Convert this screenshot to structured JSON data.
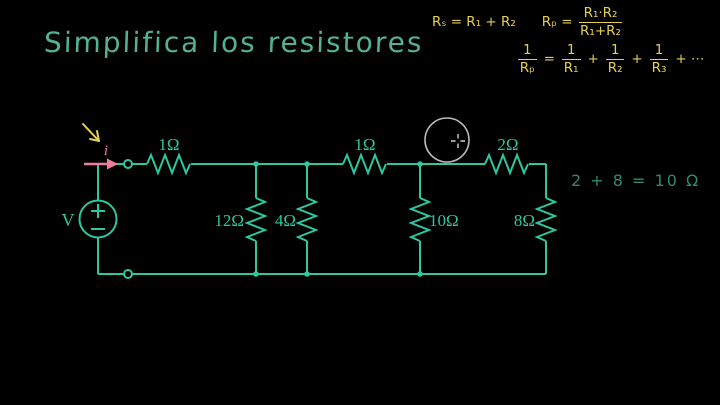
{
  "title": "Simplifica los resistores",
  "formulas": {
    "series": "Rₛ = R₁ + R₂",
    "parallel_lhs": "Rₚ =",
    "parallel_num": "R₁·R₂",
    "parallel_den": "R₁+R₂",
    "reciprocal": {
      "n1": "1",
      "d1": "Rₚ",
      "eq": "=",
      "n2": "1",
      "d2": "R₁",
      "plus1": "+",
      "n3": "1",
      "d3": "R₂",
      "plus2": "+",
      "n4": "1",
      "d4": "R₃",
      "dots": "+ ⋯"
    }
  },
  "circuit": {
    "source_label": "V",
    "current_label": "i",
    "resistors": {
      "top1": "1Ω",
      "top2": "1Ω",
      "top3": "2Ω",
      "shunt1": "12Ω",
      "shunt2": "4Ω",
      "shunt3": "10Ω",
      "shunt4": "8Ω"
    }
  },
  "annotations": {
    "sum_note": "2 + 8 = 10 Ω"
  },
  "colors": {
    "background": "#000000",
    "circuit_teal": "#2ec7a0",
    "title_teal": "#53b196",
    "formula_yellow": "#e3cf55",
    "current_pink": "#f07ca0",
    "note_teal": "#2f8a73",
    "cursor_gray": "#c8c8c8"
  }
}
